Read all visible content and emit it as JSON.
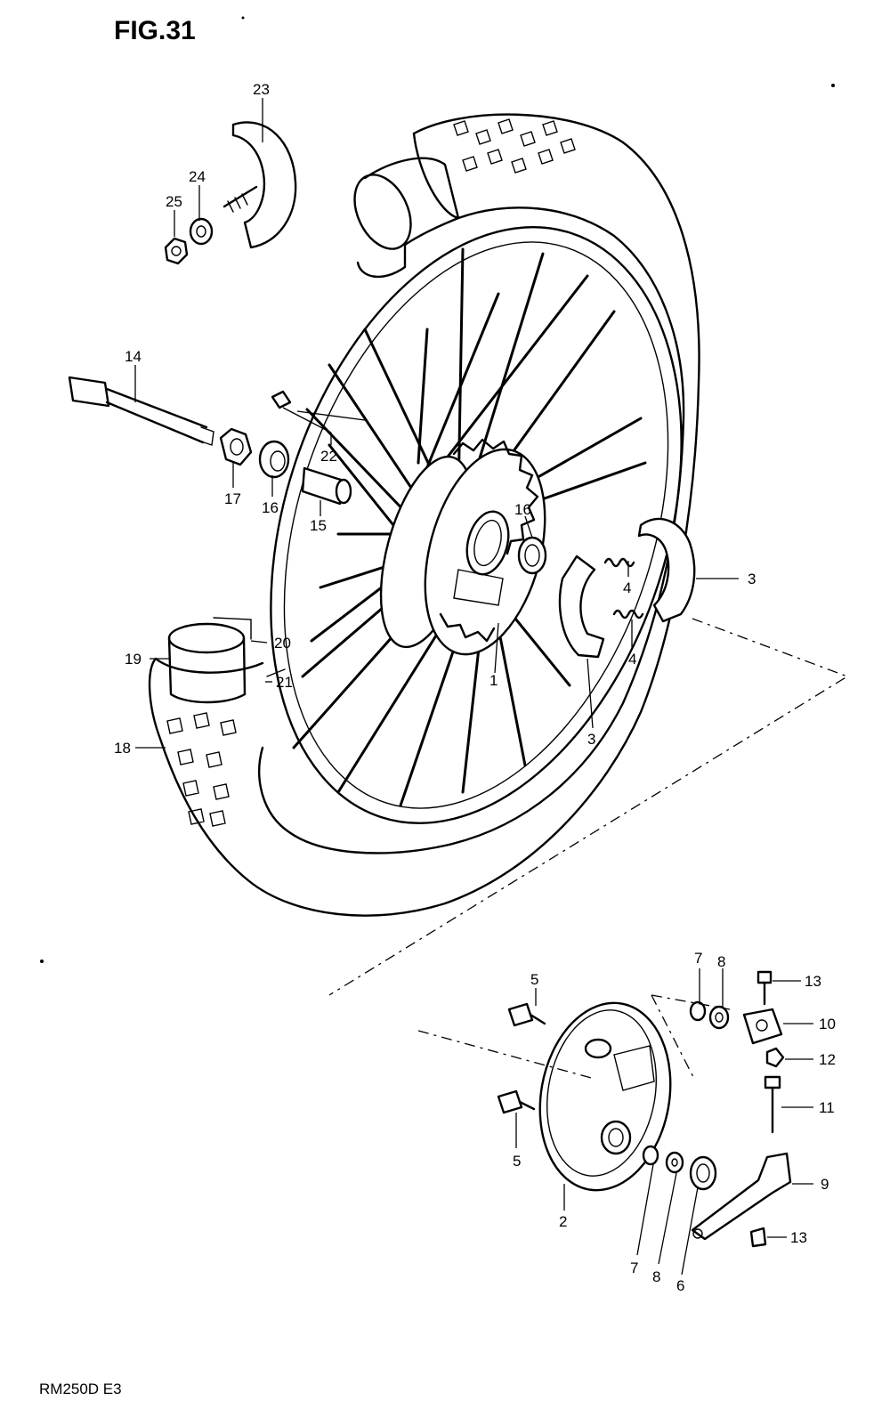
{
  "figure": {
    "title": "FIG.31",
    "model_code": "RM250D  E3"
  },
  "callouts": [
    {
      "key": "c1",
      "label": "1"
    },
    {
      "key": "c2",
      "label": "2"
    },
    {
      "key": "c3a",
      "label": "3"
    },
    {
      "key": "c3b",
      "label": "3"
    },
    {
      "key": "c4a",
      "label": "4"
    },
    {
      "key": "c4b",
      "label": "4"
    },
    {
      "key": "c5a",
      "label": "5"
    },
    {
      "key": "c5b",
      "label": "5"
    },
    {
      "key": "c6",
      "label": "6"
    },
    {
      "key": "c7a",
      "label": "7"
    },
    {
      "key": "c7b",
      "label": "7"
    },
    {
      "key": "c8a",
      "label": "8"
    },
    {
      "key": "c8b",
      "label": "8"
    },
    {
      "key": "c9",
      "label": "9"
    },
    {
      "key": "c10",
      "label": "10"
    },
    {
      "key": "c11",
      "label": "11"
    },
    {
      "key": "c12",
      "label": "12"
    },
    {
      "key": "c13a",
      "label": "13"
    },
    {
      "key": "c13b",
      "label": "13"
    },
    {
      "key": "c14",
      "label": "14"
    },
    {
      "key": "c15",
      "label": "15"
    },
    {
      "key": "c16a",
      "label": "16"
    },
    {
      "key": "c16b",
      "label": "16"
    },
    {
      "key": "c17",
      "label": "17"
    },
    {
      "key": "c18",
      "label": "18"
    },
    {
      "key": "c19",
      "label": "19"
    },
    {
      "key": "c20",
      "label": "20"
    },
    {
      "key": "c21",
      "label": "21"
    },
    {
      "key": "c22",
      "label": "22"
    },
    {
      "key": "c23",
      "label": "23"
    },
    {
      "key": "c24",
      "label": "24"
    },
    {
      "key": "c25",
      "label": "25"
    }
  ]
}
